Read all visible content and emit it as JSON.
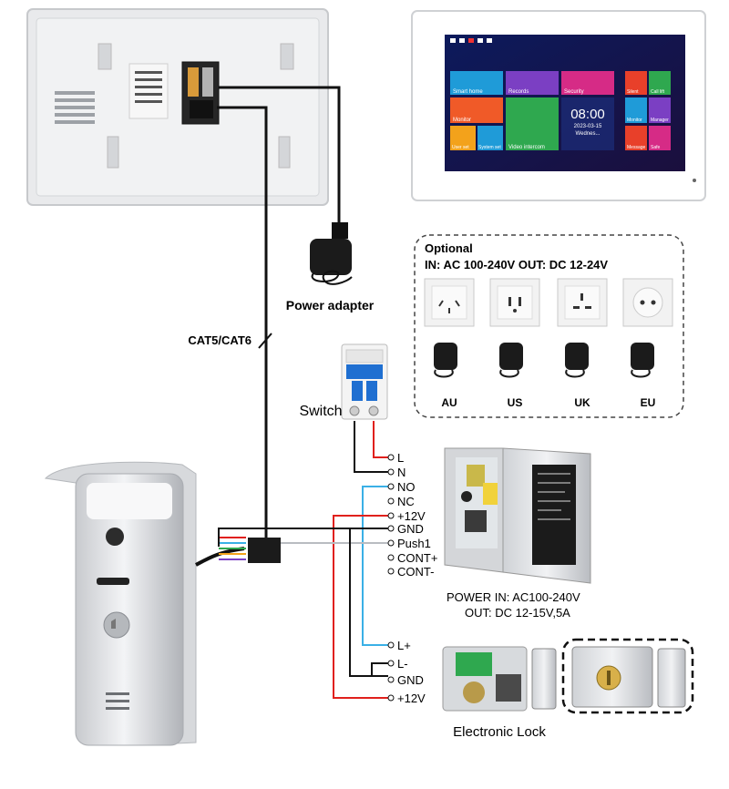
{
  "labels": {
    "power_adapter": "Power adapter",
    "cable": "CAT5/CAT6",
    "switch": "Switch",
    "electronic_lock": "Electronic Lock"
  },
  "optional": {
    "title": "Optional",
    "spec": "IN: AC 100-240V  OUT: DC 12-24V",
    "plugs": [
      "AU",
      "US",
      "UK",
      "EU"
    ]
  },
  "monitor_screen": {
    "tiles": [
      "Smart home",
      "Records",
      "Security",
      "Monitor",
      "User set",
      "System set",
      "Video intercom"
    ],
    "clock": "08:00",
    "date": "2023-03-15",
    "day": "Wednes...",
    "right_tiles": [
      "Silent",
      "Call lift",
      "Monitor",
      "Manager",
      "Message",
      "Safe"
    ]
  },
  "terminals": {
    "power_in": [
      "L",
      "N"
    ],
    "psu": [
      "NO",
      "NC",
      "+12V",
      "GND",
      "Push1",
      "CONT+",
      "CONT-"
    ],
    "lock": [
      "L+",
      "L-",
      "GND",
      "+12V"
    ]
  },
  "power_supply": {
    "line1": "POWER  IN: AC100-240V",
    "line2": "OUT: DC 12-15V,5A"
  },
  "colors": {
    "red_wire": "#e0201c",
    "blue_wire": "#3ab0e6",
    "black_wire": "#111111",
    "switch_blue": "#1f6fd1"
  }
}
